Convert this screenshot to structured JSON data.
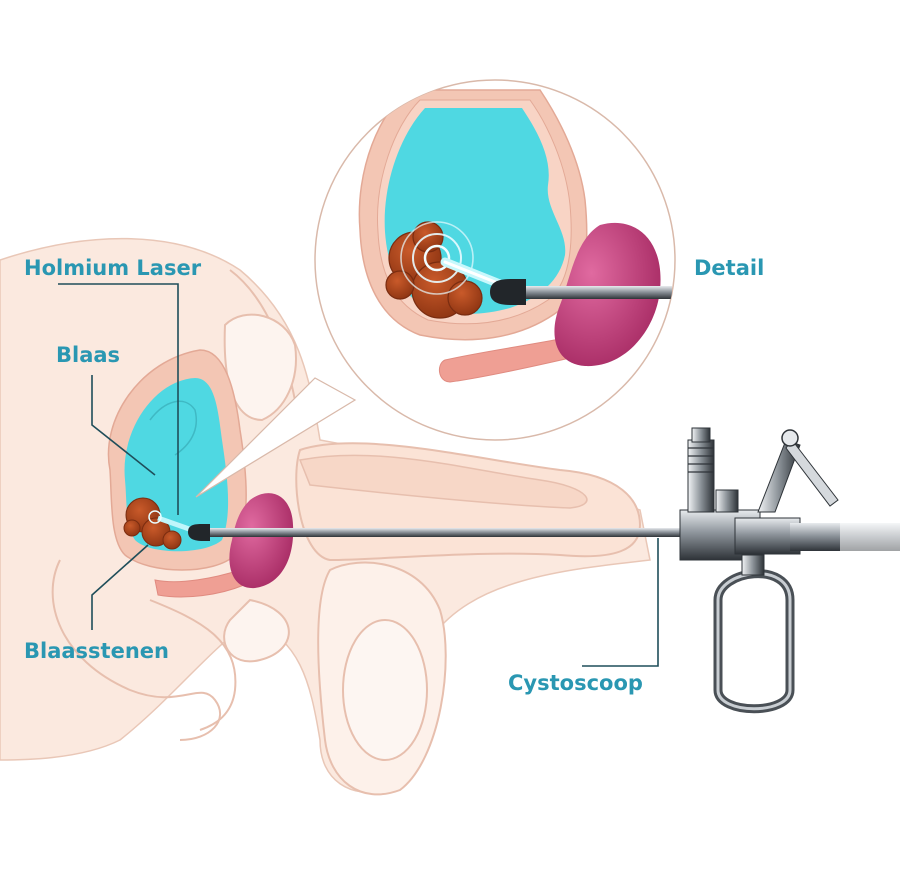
{
  "labels": {
    "holmium_laser": "Holmium Laser",
    "blaas": "Blaas",
    "blaasstenen": "Blaasstenen",
    "detail": "Detail",
    "cystoscoop": "Cystoscoop"
  },
  "colors": {
    "label": "#2a97b2",
    "leader_line": "#1f4e5a",
    "body_fill": "#fbe9df",
    "body_outline": "#e7bfae",
    "bladder_wall": "#f3c6b4",
    "urine": "#4fd8e2",
    "stone": "#b2461c",
    "stone_dark": "#7a2c10",
    "prostate": "#c53f7f",
    "urethra": "#ef9f94",
    "scope_metal": "#9aa0a6",
    "scope_dark": "#3c4146"
  },
  "icons": [
    "bladder-diagram",
    "magnifier-detail-circle",
    "cystoscope-instrument",
    "laser-beam"
  ]
}
